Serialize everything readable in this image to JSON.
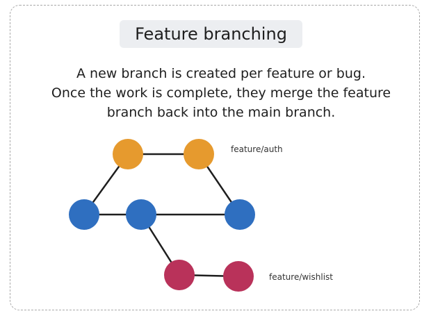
{
  "title": "Feature branching",
  "description": [
    "A new branch is created per feature or bug.",
    "Once the work is complete, they merge the feature",
    "branch back into the main branch."
  ],
  "branches": {
    "main": {
      "color": "#2f6fc0"
    },
    "feature_auth": {
      "label": "feature/auth",
      "color": "#e69a2e"
    },
    "feature_wishlist": {
      "label": "feature/wishlist",
      "color": "#b9325a"
    }
  },
  "edges": [
    [
      "m1",
      "a1"
    ],
    [
      "a1",
      "a2"
    ],
    [
      "a2",
      "m3"
    ],
    [
      "m1",
      "m2"
    ],
    [
      "m2",
      "m3"
    ],
    [
      "m2",
      "w1"
    ],
    [
      "w1",
      "w2"
    ]
  ]
}
